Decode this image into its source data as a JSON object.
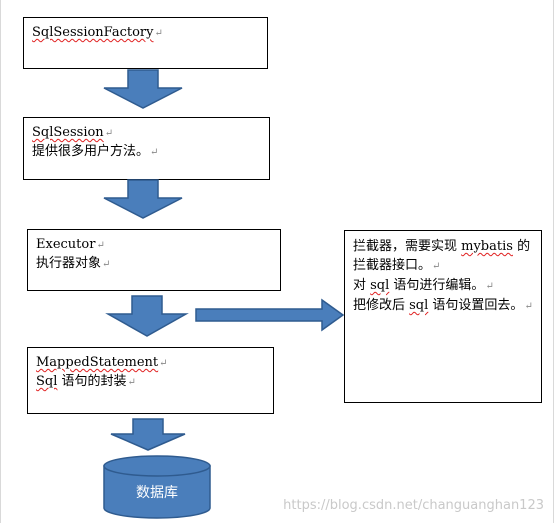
{
  "colors": {
    "arrow_fill": "#4a7ebb",
    "arrow_stroke": "#2f5b8f",
    "db_fill": "#4a7ebb"
  },
  "boxes": {
    "sqlsessionfactory": {
      "title": "SqlSessionFactory",
      "mark": "↵"
    },
    "sqlsession": {
      "title": "SqlSession",
      "title_mark": "↵",
      "desc": "提供很多用户方法。",
      "desc_mark": "↵"
    },
    "executor": {
      "title": "Executor",
      "title_mark": "↵",
      "desc": "执行器对象",
      "desc_mark": "↵"
    },
    "mappedstatement": {
      "title": "MappedStatement",
      "title_mark": "↵",
      "desc_a": "Sql",
      "desc_b": " 语句的封装",
      "desc_mark": "↵"
    },
    "interceptor": {
      "l1a": "拦截器，需要实现 ",
      "l1b": "mybatis",
      "l1c": " 的",
      "l2": "拦截器接口。",
      "l2_mark": "↵",
      "l3a": "对 ",
      "l3b": "sql",
      "l3c": " 语句进行编辑。",
      "l3_mark": "↵",
      "l4a": "把修改后 ",
      "l4b": "sql",
      "l4c": " 语句设置回去。",
      "l4_mark": "↵"
    }
  },
  "database": {
    "label": "数据库"
  },
  "watermark": "https://blog.csdn.net/changuanghan123"
}
